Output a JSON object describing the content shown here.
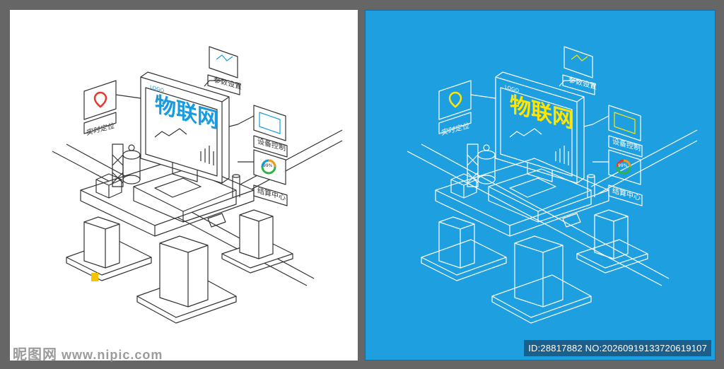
{
  "panels": {
    "white": {
      "background": "#ffffff",
      "line_color": "#333333",
      "title_color": "#1a9be0"
    },
    "blue": {
      "background": "#1d9fe0",
      "line_color": "#ffffff",
      "title_color": "#ffe600"
    }
  },
  "illustration": {
    "logo_text": "LOGO",
    "screen_title": "物联网",
    "labels": {
      "param": "参数设置",
      "locate": "实时定位",
      "control": "设备控制",
      "settlement": "结算中心"
    },
    "gauge_text": "99%"
  },
  "watermark": {
    "brand": "昵图网",
    "url": "www.nipic.com"
  },
  "id_info": "ID:28817882 NO:20260919133720619107",
  "colors": {
    "accent_red": "#e8382f",
    "gauge_green": "#2db34a",
    "gauge_orange": "#f39a1e",
    "gauge_blue": "#1a9be0"
  }
}
